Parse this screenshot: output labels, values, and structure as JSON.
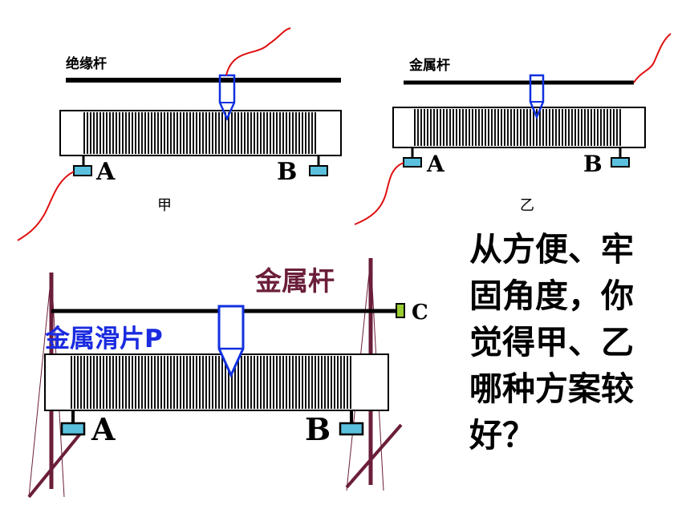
{
  "diagram_jia": {
    "rod_label": "绝缘杆",
    "terminal_a": "A",
    "terminal_b": "B",
    "caption": "甲"
  },
  "diagram_yi": {
    "rod_label": "金属杆",
    "terminal_a": "A",
    "terminal_b": "B",
    "caption": "乙"
  },
  "diagram_main": {
    "rod_label": "金属杆",
    "slider_label": "金属滑片P",
    "terminal_a": "A",
    "terminal_b": "B",
    "terminal_c": "C"
  },
  "question": {
    "text": "从方便、牢\n固角度，你\n觉得甲、乙\n哪种方案较\n好？"
  },
  "colors": {
    "wire": "#e01010",
    "slider": "#1030e0",
    "frame": "#6b1e3a",
    "terminal": "#5bc0de",
    "rod": "#000000",
    "label_blue": "#1a2be0",
    "label_maroon": "#6b1e3a"
  }
}
